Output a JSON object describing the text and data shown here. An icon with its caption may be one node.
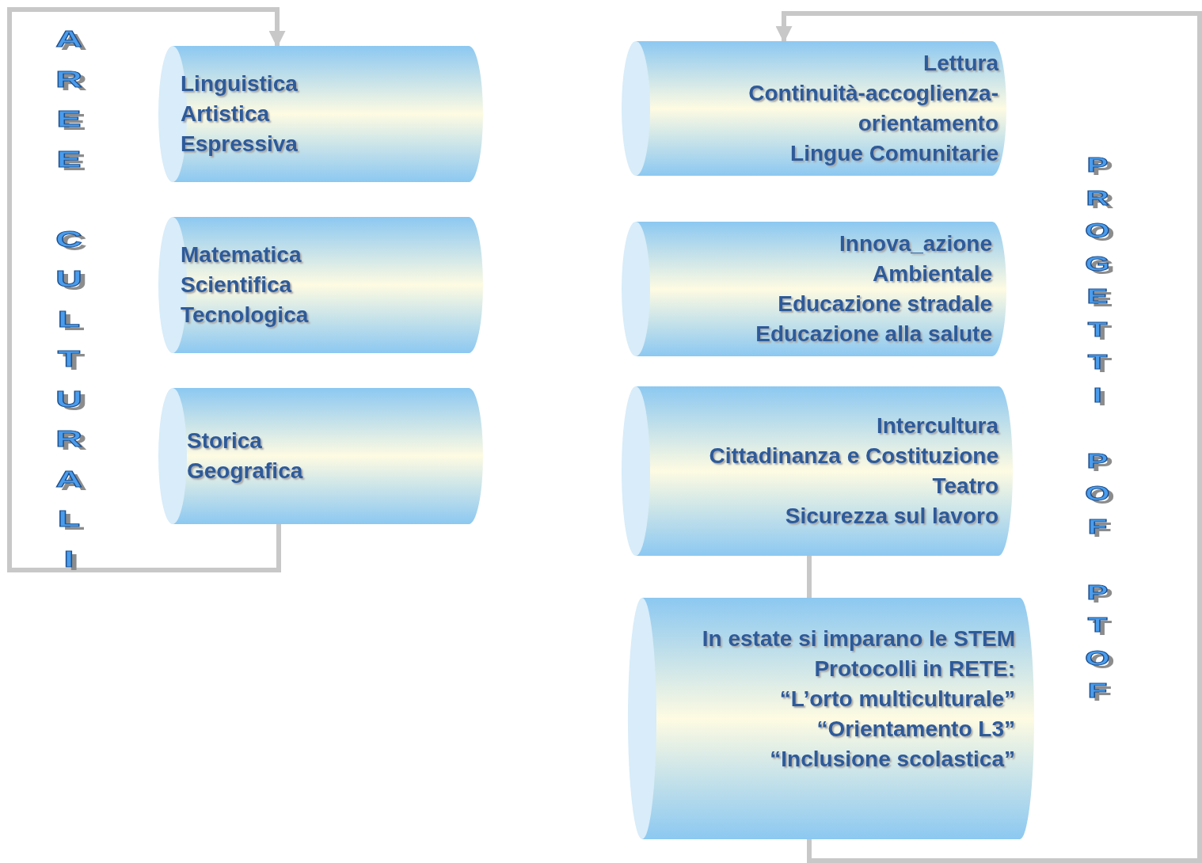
{
  "diagram": {
    "nodes": [
      {
        "text": [
          "Linguistica",
          "Artistica",
          "Espressiva"
        ]
      },
      {
        "text": [
          "Matematica",
          "Scientifica",
          "Tecnologica"
        ]
      },
      {
        "text": [
          "Storica",
          "Geografica"
        ]
      },
      {
        "text": [
          "Lettura",
          "Continuità-accoglienza-orientamento",
          "Lingue Comunitarie"
        ]
      },
      {
        "text": [
          "Innova_azione",
          "Ambientale",
          "Educazione stradale",
          "Educazione alla salute"
        ]
      },
      {
        "text": [
          "Intercultura",
          "Cittadinanza e Costituzione",
          "Teatro",
          "Sicurezza sul lavoro"
        ]
      },
      {
        "text": [
          "In estate si imparano le STEM",
          "Protocolli in RETE:",
          "“L’orto multiculturale”",
          "“Orientamento L3”",
          "“Inclusione scolastica”"
        ]
      }
    ],
    "edges": [
      {
        "from": 2,
        "to": 0,
        "arrow": "to"
      },
      {
        "from": 5,
        "to": 6,
        "arrow": "none"
      },
      {
        "from": 6,
        "to": 3,
        "arrow": "to"
      }
    ],
    "labels": [
      "AREE CULTURALI",
      "PROGETTI POF PTOF"
    ]
  }
}
